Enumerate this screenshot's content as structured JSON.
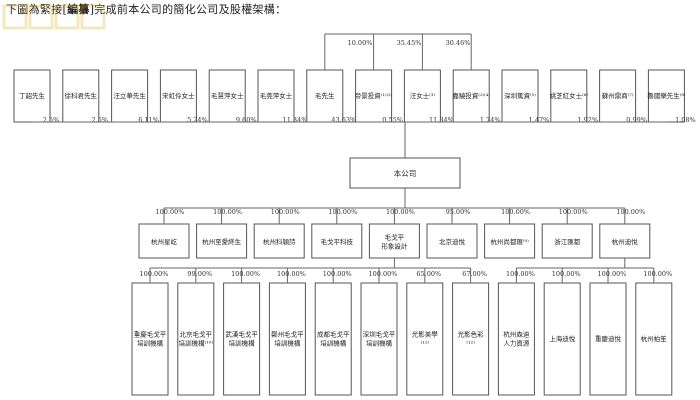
{
  "intro": {
    "before": "下圖為緊接[",
    "bold": "編纂",
    "after": "]完成前本公司的簡化公司及股權架構："
  },
  "shareholders": [
    {
      "name": "丁韶先生",
      "pct": "2.5%"
    },
    {
      "name": "徐科君先生",
      "pct": "2.5%"
    },
    {
      "name": "汪立華先生",
      "pct": "6.11%"
    },
    {
      "name": "宋虹伶女士",
      "pct": "5.24%"
    },
    {
      "name": "毛慧萍女士",
      "pct": "9.60%"
    },
    {
      "name": "毛莞萍女士",
      "pct": "11.34%"
    },
    {
      "name": "毛先生",
      "pct": "43.63%"
    },
    {
      "name": "帝景投資⁽¹⁾⁽²⁾",
      "pct": "0.55%"
    },
    {
      "name": "汪女士⁽³⁾",
      "pct": "11.34%"
    },
    {
      "name": "嘉驍投資⁽²⁾⁽⁴⁾",
      "pct": "1.74%"
    },
    {
      "name": "深圳篤資⁽⁵⁾",
      "pct": "1.47%"
    },
    {
      "name": "姚芝紅女士⁽⁶⁾",
      "pct": "1.92%"
    },
    {
      "name": "蘇州鼎商⁽⁷⁾",
      "pct": "0.99%"
    },
    {
      "name": "魯國樂先生⁽⁸⁾",
      "pct": "1.08%"
    }
  ],
  "cross_holdings": [
    "10.00%",
    "35.45%",
    "30.46%"
  ],
  "company": "本公司",
  "subsidiaries": [
    {
      "name": "杭州星屹",
      "pct": "100.00%"
    },
    {
      "name": "杭州至愛終生",
      "pct": "100.00%"
    },
    {
      "name": "杭州科穎詩",
      "pct": "100.00%"
    },
    {
      "name": "毛戈平科技",
      "pct": "100.00%"
    },
    {
      "name": "毛戈平形象設計",
      "pct": "100.00%"
    },
    {
      "name": "北京迪悅",
      "pct": "95.00%"
    },
    {
      "name": "杭州尚都匯⁽⁹⁾",
      "pct": "100.00%"
    },
    {
      "name": "浙江匯都",
      "pct": "100.00%"
    },
    {
      "name": "杭州迪悅",
      "pct": "100.00%"
    }
  ],
  "branches": [
    {
      "name": "重慶毛戈平培訓機構",
      "pct": "100.00%"
    },
    {
      "name": "北京毛戈平培訓機構⁽¹⁰⁾",
      "pct": "99.00%"
    },
    {
      "name": "武漢毛戈平培訓機構",
      "pct": "100.00%"
    },
    {
      "name": "鄭州毛戈平培訓機構",
      "pct": "100.00%"
    },
    {
      "name": "成都毛戈平培訓機構",
      "pct": "100.00%"
    },
    {
      "name": "深圳毛戈平培訓機構",
      "pct": "100.00%"
    },
    {
      "name": "光影美學⁽¹¹⁾",
      "pct": "65.00%"
    },
    {
      "name": "光影色彩⁽¹²⁾",
      "pct": "67.00%"
    },
    {
      "name": "杭州森迪人力資源",
      "pct": "100.00%"
    },
    {
      "name": "上海迪悅",
      "pct": "100.00%"
    },
    {
      "name": "重慶迪悅",
      "pct": "100.00%"
    },
    {
      "name": "杭州柏笙",
      "pct": "100.00%"
    }
  ]
}
